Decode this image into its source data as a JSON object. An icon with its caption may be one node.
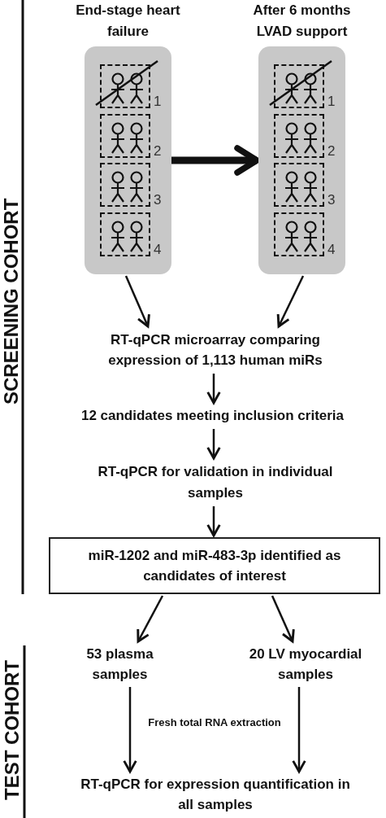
{
  "diagram": {
    "nodes": [
      {
        "text": [
          "End-stage heart failure"
        ]
      },
      {
        "text": [],
        "shape": "box",
        "in": 0,
        "beside": [
          "1"
        ]
      },
      {
        "text": [],
        "shape": "box",
        "in": 0,
        "beside": [
          "2"
        ]
      },
      {
        "text": [],
        "shape": "box",
        "in": 0,
        "beside": [
          "3"
        ]
      },
      {
        "text": [],
        "shape": "box",
        "in": 0,
        "beside": [
          "4"
        ]
      },
      {
        "text": [
          "After 6 months LVAD support"
        ]
      },
      {
        "text": [],
        "shape": "box",
        "in": 5,
        "beside": [
          "1"
        ]
      },
      {
        "text": [],
        "shape": "box",
        "in": 5,
        "beside": [
          "2"
        ]
      },
      {
        "text": [],
        "shape": "box",
        "in": 5,
        "beside": [
          "3"
        ]
      },
      {
        "text": [],
        "shape": "box",
        "in": 5,
        "beside": [
          "4"
        ]
      },
      {
        "text": [
          "RT-qPCR microarray comparing expression of 1,113 human miRs"
        ]
      },
      {
        "text": [
          "12 candidates meeting inclusion criteria"
        ]
      },
      {
        "text": [
          "RT-qPCR for validation in individual samples"
        ]
      },
      {
        "text": [
          "miR-1202 and miR-483-3p identified as candidates of interest"
        ]
      },
      {
        "text": [
          "53 plasma samples"
        ]
      },
      {
        "text": [
          "20 LV myocardial samples"
        ]
      },
      {
        "text": [
          "RT-qPCR for expression quantification in all samples"
        ]
      }
    ],
    "edges": [
      {
        "from": 0,
        "to": 5,
        "arrow": "to",
        "style": "thick"
      },
      {
        "from": 0,
        "to": 10,
        "arrow": "to"
      },
      {
        "from": 5,
        "to": 10,
        "arrow": "to"
      },
      {
        "from": 10,
        "to": 11,
        "arrow": "to"
      },
      {
        "from": 11,
        "to": 12,
        "arrow": "to"
      },
      {
        "from": 12,
        "to": 13,
        "arrow": "to"
      },
      {
        "from": 13,
        "to": 14,
        "arrow": "to"
      },
      {
        "from": 13,
        "to": 15,
        "arrow": "to"
      },
      {
        "from": 14,
        "to": 16,
        "arrow": "to"
      },
      {
        "from": 15,
        "to": 16,
        "arrow": "to"
      }
    ],
    "labels": [
      "SCREENING COHORT",
      "Fresh total RNA extraction",
      "TEST COHORT"
    ]
  }
}
